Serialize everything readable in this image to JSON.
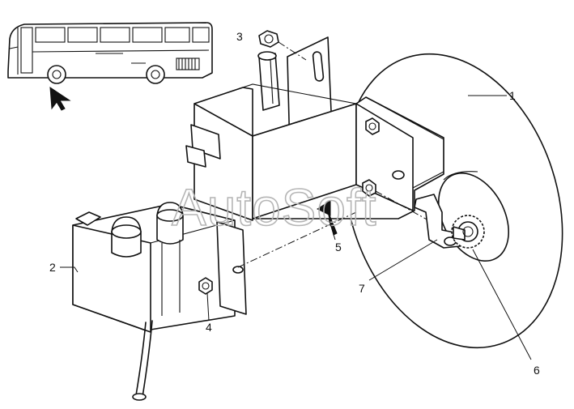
{
  "watermark": "AutoSoft",
  "callouts": {
    "c1": "1",
    "c2": "2",
    "c3": "3",
    "c4": "4",
    "c5": "5",
    "c6": "6",
    "c7": "7"
  }
}
